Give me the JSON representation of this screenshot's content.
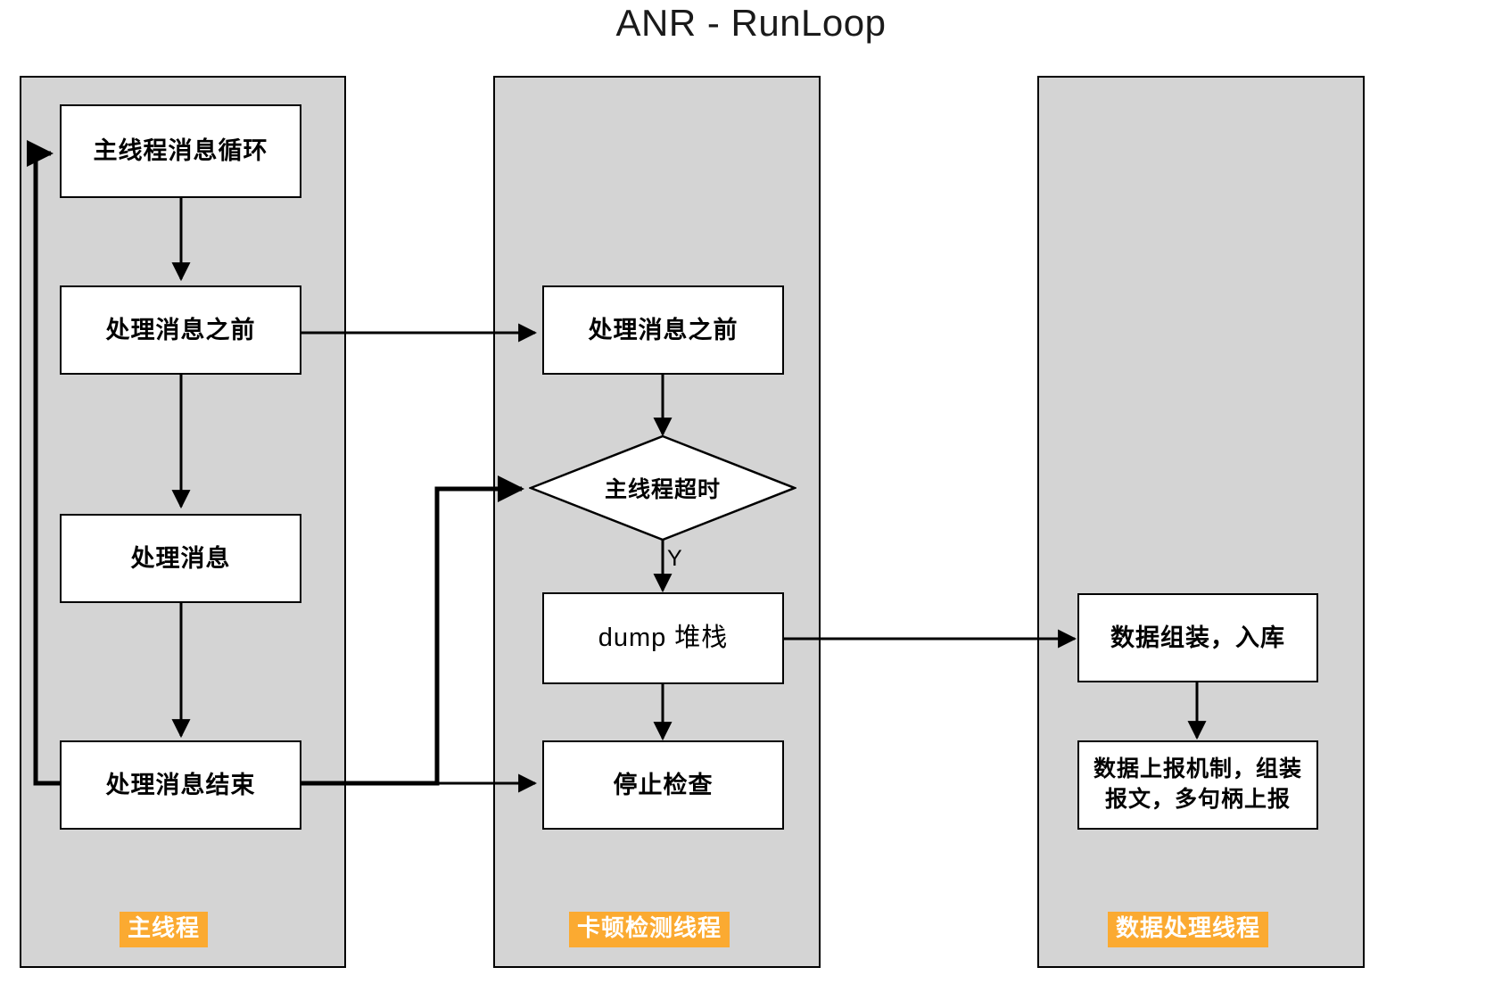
{
  "title": "ANR - RunLoop",
  "lanes": [
    {
      "id": "main-thread",
      "badge": "主线程"
    },
    {
      "id": "stall-detect-thread",
      "badge": "卡顿检测线程"
    },
    {
      "id": "data-process-thread",
      "badge": "数据处理线程"
    }
  ],
  "nodes": {
    "main_loop": "主线程消息循环",
    "before_handle_main": "处理消息之前",
    "handle_message": "处理消息",
    "handle_message_end": "处理消息结束",
    "before_handle_detect": "处理消息之前",
    "main_thread_timeout": "主线程超时",
    "dump_stack": "dump 堆栈",
    "stop_check": "停止检查",
    "data_assemble": "数据组装，入库",
    "data_report_line1": "数据上报机制，组装",
    "data_report_line2": "报文，多句柄上报"
  },
  "edge_labels": {
    "timeout_yes": "Y"
  },
  "colors": {
    "lane_fill": "#d4d4d4",
    "lane_border": "#000000",
    "node_fill": "#ffffff",
    "node_border": "#000000",
    "badge_bg": "#fbaa31",
    "badge_text": "#ffffff",
    "connector": "#000000"
  }
}
